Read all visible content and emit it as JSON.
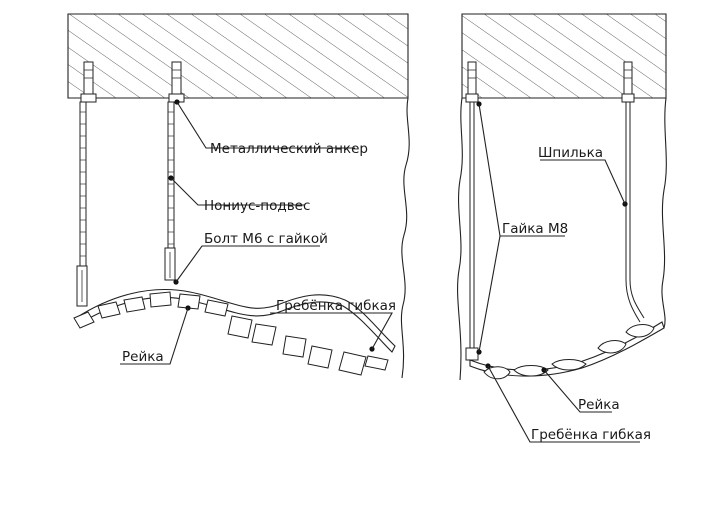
{
  "left_diagram": {
    "label_anchor": "Металлический анкер",
    "label_vernier": "Нониус-подвес",
    "label_bolt": "Болт М6 с гайкой",
    "label_comb": "Гребёнка гибкая",
    "label_rail": "Рейка"
  },
  "right_diagram": {
    "label_stud": "Шпилька",
    "label_nut": "Гайка М8",
    "label_rail": "Рейка",
    "label_comb": "Гребёнка гибкая"
  },
  "colors": {
    "line": "#222222",
    "background": "#ffffff"
  }
}
